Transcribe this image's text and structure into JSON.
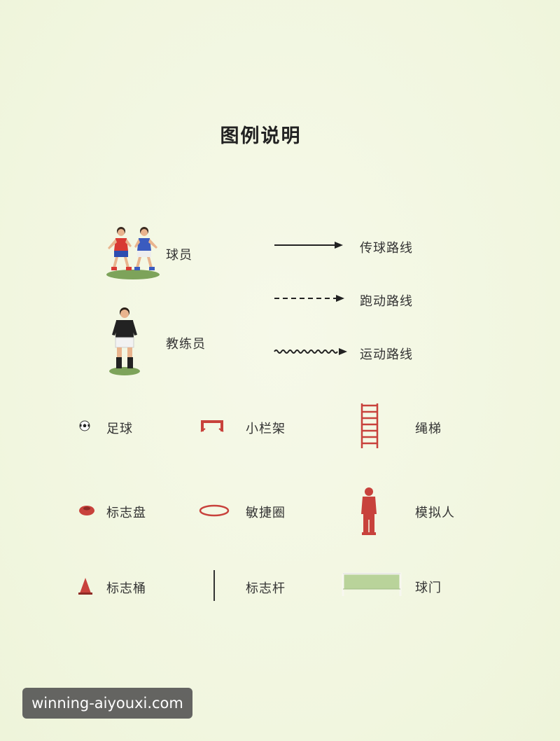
{
  "title": "图例说明",
  "legend": {
    "player": "球员",
    "coach": "教练员",
    "pass_route": "传球路线",
    "run_route": "跑动路线",
    "movement_route": "运动路线",
    "ball": "足球",
    "small_hurdle": "小栏架",
    "rope_ladder": "绳梯",
    "marker_disc": "标志盘",
    "agility_ring": "敏捷圈",
    "mannequin": "模拟人",
    "marker_cone": "标志桶",
    "marker_pole": "标志杆",
    "goal": "球门"
  },
  "watermark": "winning-aiyouxi.com",
  "colors": {
    "background": "#f3f7e4",
    "equipment_red": "#c8423c",
    "player_red": "#d83a33",
    "player_blue": "#3a5bbf",
    "coach_black": "#222222",
    "goal_net": "#b9d39a"
  },
  "icons": [
    "players-icon",
    "coach-icon",
    "arrow-solid-icon",
    "arrow-dashed-icon",
    "arrow-wavy-icon",
    "ball-icon",
    "hurdle-icon",
    "ladder-icon",
    "disc-icon",
    "ring-icon",
    "mannequin-icon",
    "cone-icon",
    "pole-icon",
    "goal-icon"
  ]
}
